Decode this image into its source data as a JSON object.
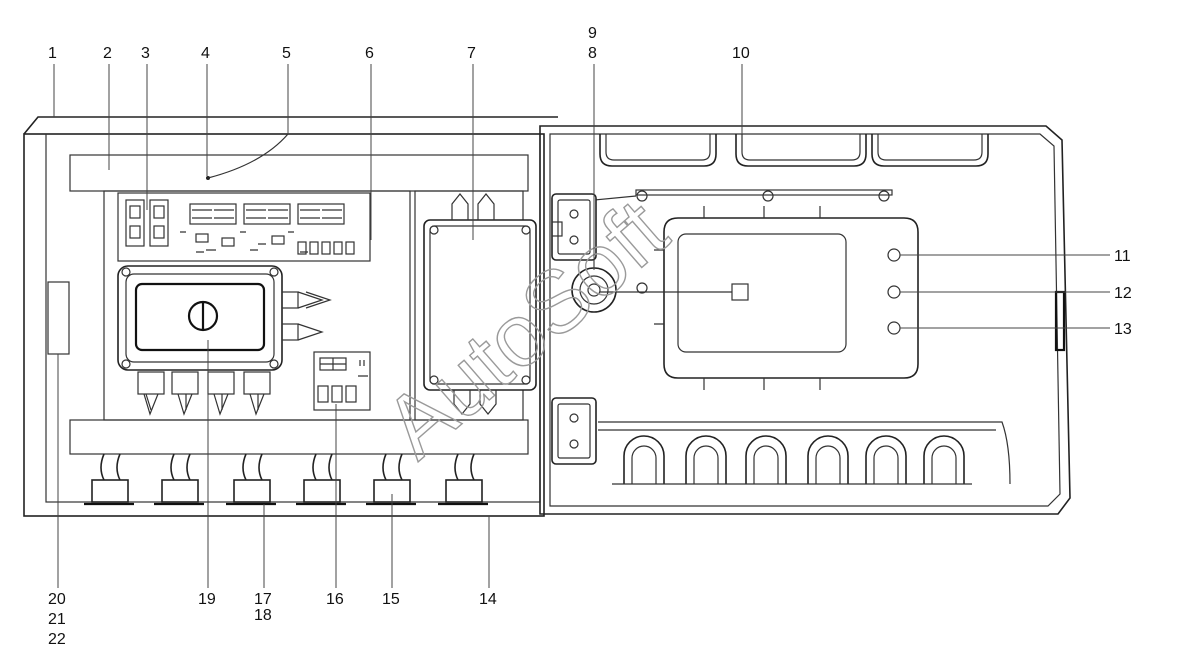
{
  "watermark": "AutoSoft",
  "labels": [
    "1",
    "2",
    "3",
    "4",
    "5",
    "6",
    "7",
    "9",
    "8",
    "10",
    "11",
    "12",
    "13",
    "14",
    "15",
    "16",
    "17",
    "18",
    "19",
    "20",
    "21",
    "22"
  ]
}
